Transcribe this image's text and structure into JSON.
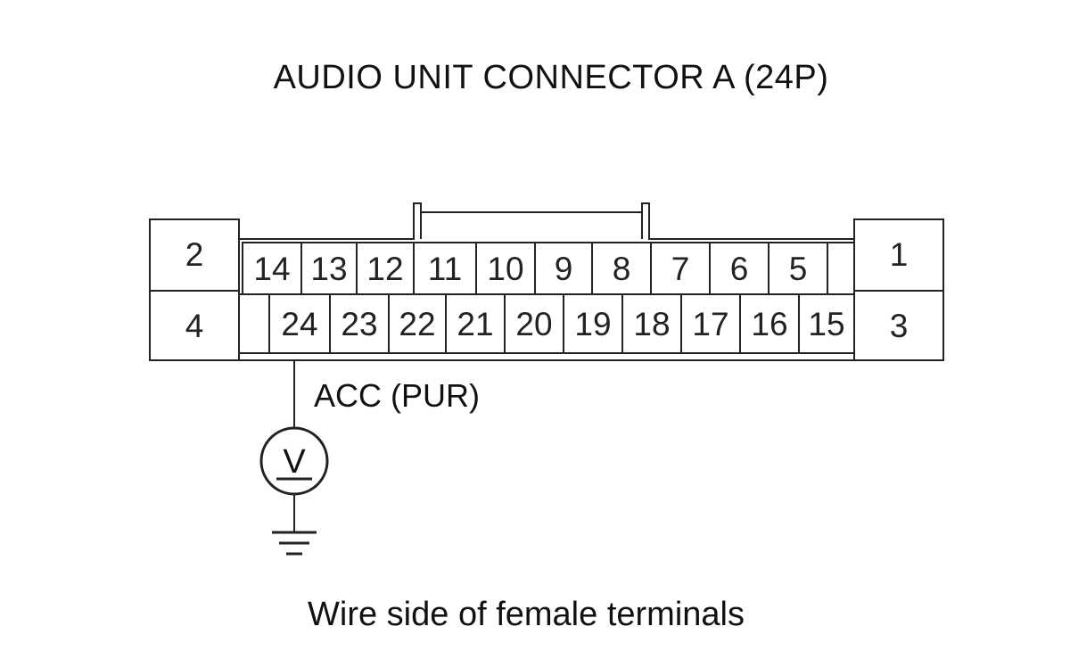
{
  "diagram": {
    "title": "AUDIO UNIT CONNECTOR A (24P)",
    "caption": "Wire side of female terminals",
    "wire_label": "ACC (PUR)",
    "probe_symbol": "V",
    "connector": {
      "large_pins": [
        "1",
        "2",
        "3",
        "4"
      ],
      "top_row": [
        "14",
        "13",
        "12",
        "11",
        "10",
        "9",
        "8",
        "7",
        "6",
        "5",
        ""
      ],
      "bottom_row": [
        "",
        "24",
        "23",
        "22",
        "21",
        "20",
        "19",
        "18",
        "17",
        "16",
        "15"
      ]
    },
    "colors": {
      "line": "#222222",
      "fill": "#ffffff"
    }
  }
}
